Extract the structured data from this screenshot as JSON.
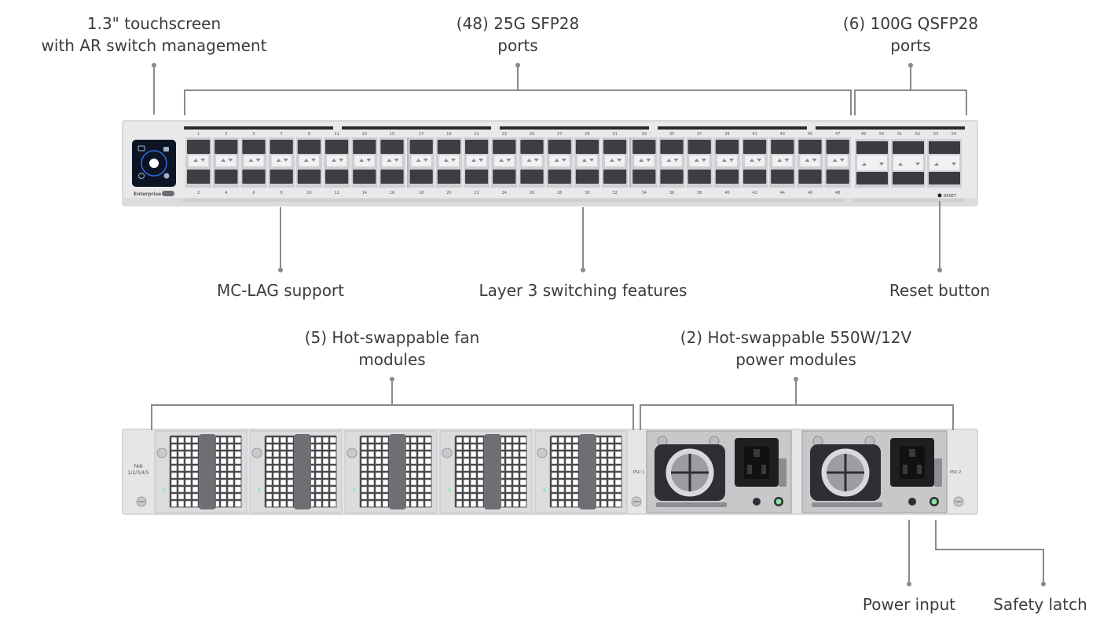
{
  "front": {
    "callouts": {
      "touchscreen": [
        "1.3\" touchscreen",
        "with AR switch management"
      ],
      "sfp28": [
        "(48) 25G SFP28",
        "ports"
      ],
      "qsfp28": [
        "(6) 100G QSFP28",
        "ports"
      ],
      "mclag": "MC-LAG support",
      "layer3": "Layer 3 switching features",
      "reset": "Reset button"
    },
    "brand_label": "Enterprise",
    "reset_label": "RESET",
    "sfp_top_numbers": [
      "1",
      "3",
      "5",
      "7",
      "9",
      "11",
      "13",
      "15",
      "17",
      "19",
      "21",
      "23",
      "25",
      "27",
      "29",
      "31",
      "33",
      "35",
      "37",
      "39",
      "41",
      "43",
      "45",
      "47"
    ],
    "sfp_bottom_numbers": [
      "2",
      "4",
      "6",
      "8",
      "10",
      "12",
      "14",
      "16",
      "18",
      "20",
      "22",
      "24",
      "26",
      "28",
      "30",
      "32",
      "34",
      "36",
      "38",
      "40",
      "42",
      "44",
      "46",
      "48"
    ],
    "qsfp_numbers": [
      "49",
      "50",
      "51",
      "52",
      "53",
      "54"
    ]
  },
  "rear": {
    "callouts": {
      "fans": [
        "(5) Hot-swappable fan",
        "modules"
      ],
      "power": [
        "(2) Hot-swappable 550W/12V",
        "power modules"
      ],
      "power_input": "Power input",
      "safety_latch": "Safety latch"
    },
    "fan_label": [
      "FAN",
      "1/2/3/4/5"
    ],
    "psu1_label": "PSU 1",
    "psu2_label": "PSU 2"
  }
}
